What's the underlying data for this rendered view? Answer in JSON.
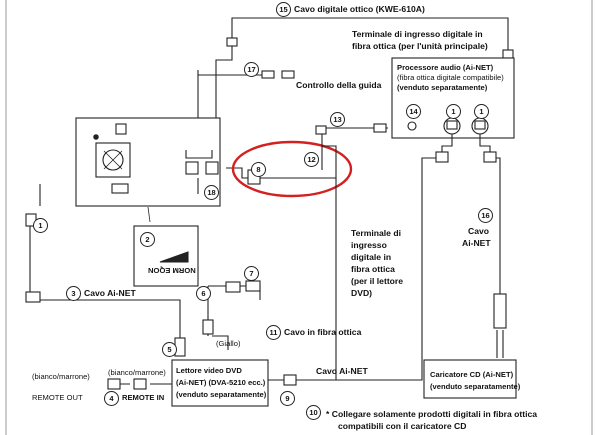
{
  "markers": [
    "1",
    "2",
    "3",
    "4",
    "5",
    "6",
    "7",
    "8",
    "9",
    "10",
    "11",
    "12",
    "13",
    "14",
    "15",
    "16",
    "17",
    "18"
  ],
  "labels": {
    "optical_cable": "Cavo digitale ottico (KWE-610A)",
    "optical_input_main_l1": "Terminale di ingresso digitale in",
    "optical_input_main_l2": "fibra ottica (per l'unità principale)",
    "steering_control": "Controllo della guida",
    "cable_ainet_3": "Cavo Ai-NET",
    "optical_input_dvd": [
      "Terminale di",
      "ingresso",
      "digitale in",
      "fibra ottica",
      "(per il lettore",
      "DVD)"
    ],
    "fiber_cable": "Cavo in fibra ottica",
    "cable_ainet_16": [
      "Cavo",
      "Ai-NET"
    ],
    "cable_ainet_10": "Cavo Ai-NET",
    "yellow": "(Giallo)",
    "white_brown_1": "(bianco/marrone)",
    "white_brown_2": "(bianco/marrone)",
    "remote_out": "REMOTE OUT",
    "remote_in": "REMOTE IN",
    "note_l1": "* Collegare solamente prodotti digitali in fibra ottica",
    "note_l2": "compatibili con il caricatore CD"
  },
  "processor": {
    "line1": "Processore audio (Ai-NET)",
    "line2": "(fibra ottica digitale compatibile)",
    "line3": "(venduto separatamente)"
  },
  "dvd": {
    "line1": "Lettore video DVD",
    "line2": "(Ai-NET) (DVA-5210 ecc.)",
    "line3": "(venduto separatamente)"
  },
  "cd": {
    "line1": "Caricatore CD (Ai-NET)",
    "line2": "(venduto separatamente)"
  },
  "logo_text": "NORM EQON",
  "colors": {
    "line": "#222222",
    "highlight": "#d42020"
  }
}
